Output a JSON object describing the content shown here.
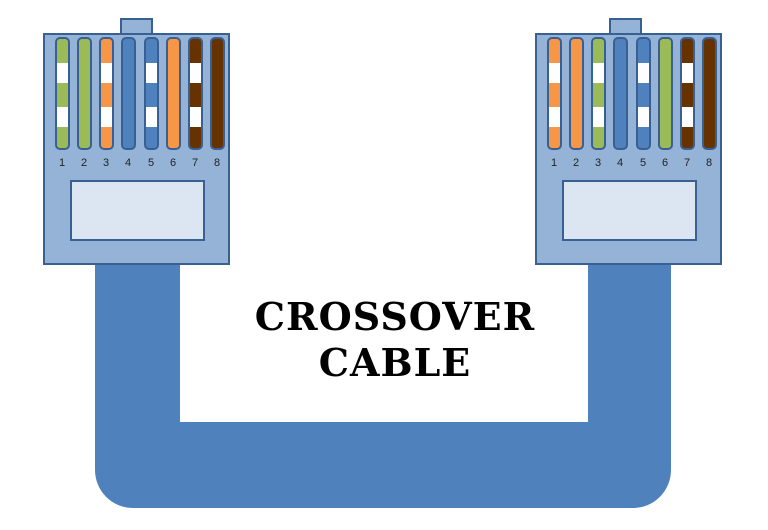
{
  "title": {
    "line1": "CROSSOVER",
    "line2": "CABLE"
  },
  "colors": {
    "cable": "#4f81bd",
    "connector": "#95b3d7",
    "outline": "#386093",
    "window": "#dce6f2",
    "green": "#9bbb59",
    "orange": "#f79646",
    "blue": "#4f81bd",
    "brown": "#663300",
    "white": "#ffffff"
  },
  "left_connector": {
    "pins": [
      "1",
      "2",
      "3",
      "4",
      "5",
      "6",
      "7",
      "8"
    ],
    "wires": [
      {
        "color": "green",
        "striped": true
      },
      {
        "color": "green",
        "striped": false
      },
      {
        "color": "orange",
        "striped": true
      },
      {
        "color": "blue",
        "striped": false
      },
      {
        "color": "blue",
        "striped": true
      },
      {
        "color": "orange",
        "striped": false
      },
      {
        "color": "brown",
        "striped": true
      },
      {
        "color": "brown",
        "striped": false
      }
    ]
  },
  "right_connector": {
    "pins": [
      "1",
      "2",
      "3",
      "4",
      "5",
      "6",
      "7",
      "8"
    ],
    "wires": [
      {
        "color": "orange",
        "striped": true
      },
      {
        "color": "orange",
        "striped": false
      },
      {
        "color": "green",
        "striped": true
      },
      {
        "color": "blue",
        "striped": false
      },
      {
        "color": "blue",
        "striped": true
      },
      {
        "color": "green",
        "striped": false
      },
      {
        "color": "brown",
        "striped": true
      },
      {
        "color": "brown",
        "striped": false
      }
    ]
  }
}
